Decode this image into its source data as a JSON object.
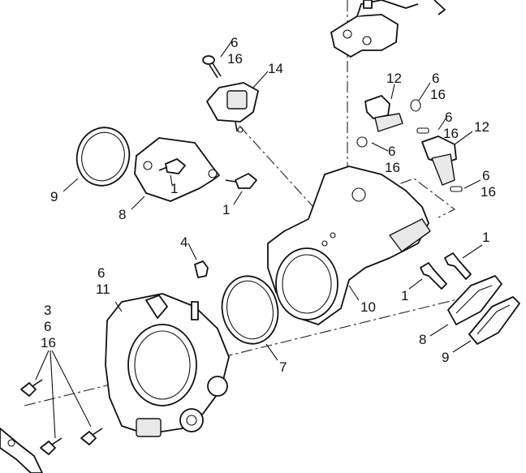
{
  "callouts": {
    "top_6": "6",
    "top_16": "16",
    "sensor_14": "14",
    "inj_upper_12": "12",
    "inj_upper_6": "6",
    "inj_upper_16": "16",
    "inj_right_6": "6",
    "inj_right_16": "16",
    "inj_right_12": "12",
    "inj_lower_6": "6",
    "inj_lower_16": "16",
    "inj_far_6": "6",
    "inj_far_16": "16",
    "left_9": "9",
    "left_1": "1",
    "left_8": "8",
    "left_1b": "1",
    "cap_4": "4",
    "tb_6": "6",
    "tb_11": "11",
    "oring_7": "7",
    "manifold_10": "10",
    "right_1a": "1",
    "right_1b": "1",
    "right_8": "8",
    "right_9": "9",
    "screws_3": "3",
    "screws_6": "6",
    "screws_16": "16"
  }
}
